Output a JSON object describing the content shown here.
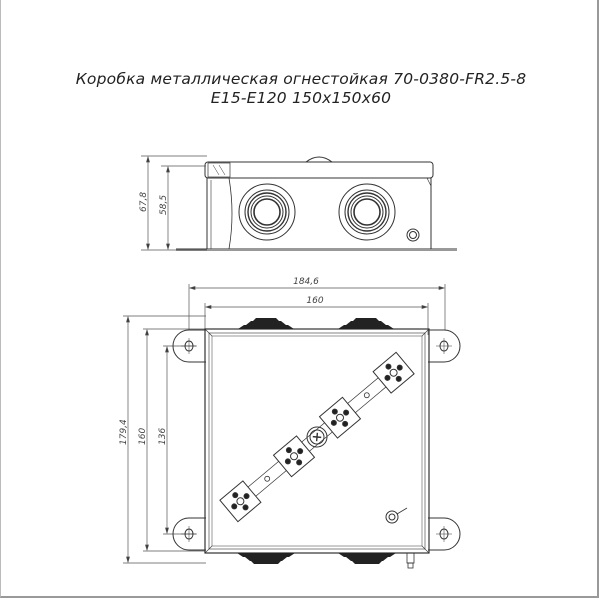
{
  "title": {
    "line1": "Коробка металлическая огнестойкая 70-0380-FR2.5-8",
    "line2": "E15-E120 150x150x60"
  },
  "dimensions": {
    "side_total_height": "67,8",
    "side_body_height": "58,5",
    "top_overall_width": "184,6",
    "top_body_width": "160",
    "top_overall_height": "179,4",
    "top_body_height": "160",
    "mount_hole_spacing": "136"
  },
  "colors": {
    "line": "#333333",
    "dim_line": "#555555",
    "gland": "#222222"
  }
}
